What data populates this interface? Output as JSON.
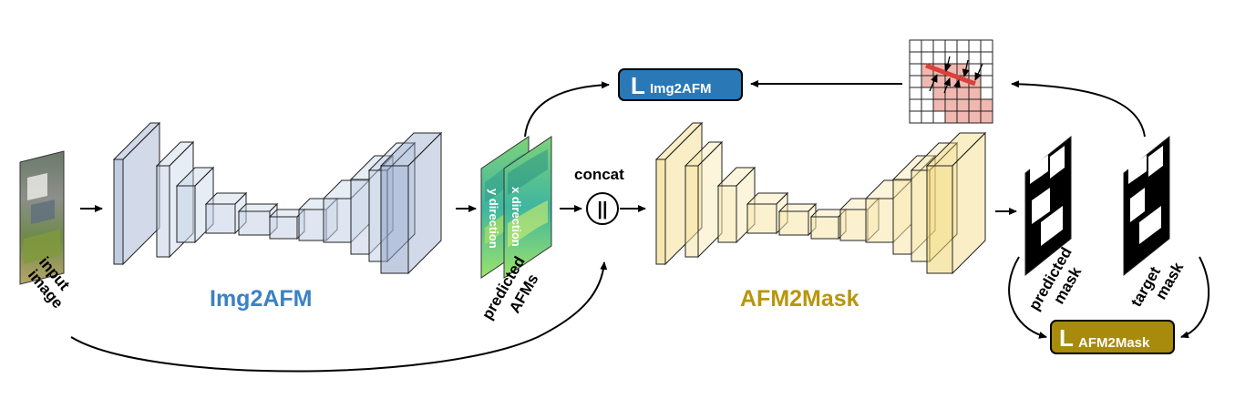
{
  "labels": {
    "input_image": [
      "input",
      "image"
    ],
    "encoder_name": "Img2AFM",
    "predicted_afms": [
      "predicted",
      "AFMs"
    ],
    "x_direction": "x direction",
    "y_direction": "y direction",
    "concat": "concat",
    "concat_symbol": "||",
    "decoder_name": "AFM2Mask",
    "predicted_mask": [
      "predicted",
      "mask"
    ],
    "target_mask": [
      "target",
      "mask"
    ]
  },
  "losses": {
    "img2afm": {
      "main": "L",
      "sub": "Img2AFM"
    },
    "afm2mask": {
      "main": "L",
      "sub": "AFM2Mask"
    }
  },
  "colors": {
    "encoder_fill": "#c4d2e6",
    "encoder_dark": "#8fa3c8",
    "decoder_fill": "#f7e6a8",
    "decoder_dark": "#f1d571",
    "encoder_text": "#3b82c4",
    "decoder_text": "#b8960c",
    "loss_blue": "#2a78b5",
    "loss_gold": "#a88a0c",
    "grid_pink": "#f0b8b0",
    "grid_line": "#d9423a"
  }
}
